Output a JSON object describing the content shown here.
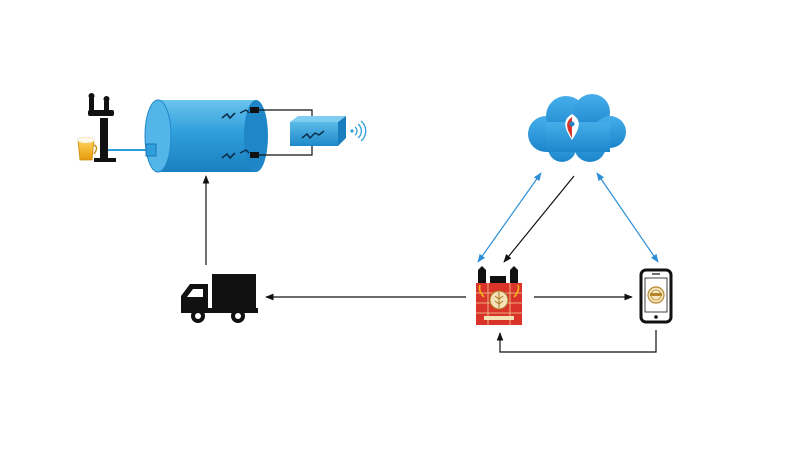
{
  "diagram": {
    "type": "beer-supply-chain-flow",
    "nodes": [
      {
        "id": "beer-tap",
        "icon": "beer-tap-icon"
      },
      {
        "id": "beer-tank",
        "icon": "tank-icon"
      },
      {
        "id": "sensor-box",
        "icon": "wireless-sensor-icon"
      },
      {
        "id": "cloud",
        "icon": "cloud-icon"
      },
      {
        "id": "brewery",
        "icon": "brewery-icon"
      },
      {
        "id": "smartphone",
        "icon": "smartphone-icon"
      },
      {
        "id": "delivery-truck",
        "icon": "truck-icon"
      }
    ],
    "edges": [
      {
        "from": "delivery-truck",
        "to": "beer-tank",
        "style": "black"
      },
      {
        "from": "brewery",
        "to": "delivery-truck",
        "style": "black"
      },
      {
        "from": "brewery",
        "to": "smartphone",
        "style": "black"
      },
      {
        "from": "smartphone",
        "to": "brewery",
        "style": "black-elbow"
      },
      {
        "from": "cloud",
        "to": "brewery",
        "style": "black"
      },
      {
        "from": "cloud",
        "to": "brewery",
        "style": "blue-bidirectional"
      },
      {
        "from": "cloud",
        "to": "smartphone",
        "style": "blue-bidirectional"
      }
    ],
    "colors": {
      "tank_blue": "#2f9fdb",
      "cloud_blue": "#2c9be0",
      "blue_arrow": "#2b8fd6",
      "black_arrow": "#111111",
      "brewery_red": "#d9332a",
      "beer_yellow": "#f4b41a"
    }
  }
}
